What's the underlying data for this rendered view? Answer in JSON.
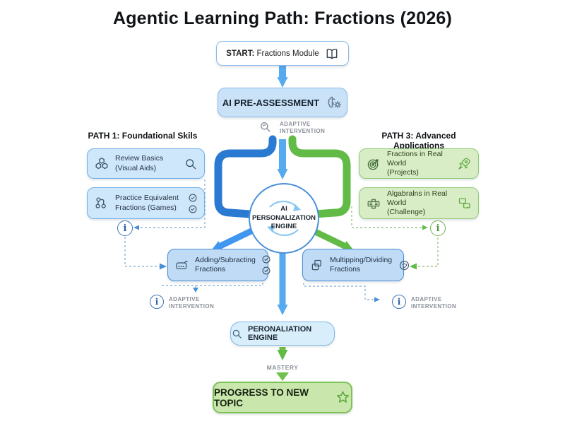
{
  "title": "Agentic Learning Path: Fractions (2026)",
  "start": {
    "prefix": "START:",
    "label": "Fractions Module"
  },
  "pre_assessment": {
    "label": "AI PRE-ASSESSMENT"
  },
  "adaptive_top": {
    "line1": "ADAPTIVE",
    "line2": "INTERVENTION"
  },
  "path1": {
    "heading": "PATH 1: Foundational Skils",
    "review": {
      "line1": "Review Basics",
      "line2": "(Visual Aids)"
    },
    "practice": {
      "line1": "Practice Equivalent",
      "line2": "Fractions (Games)"
    }
  },
  "path3": {
    "heading": "PATH 3: Advanced Applications",
    "real_world": {
      "line1": "Fractions in Real World",
      "line2": "(Projects)"
    },
    "algebra": {
      "line1": "Algabralns in Real World",
      "line2": "(Challenge)"
    }
  },
  "engine": {
    "line1": "AI",
    "line2": "PERSONALIZATION",
    "line3": "ENGINE"
  },
  "adding": {
    "line1": "Adding/Subracting",
    "line2": "Fractions"
  },
  "multiplying": {
    "line1": "Multipping/Dividing",
    "line2": "Fractions"
  },
  "adaptive_left": {
    "line1": "ADAPTIVE",
    "line2": "INTERVENTION"
  },
  "adaptive_right": {
    "line1": "ADAPTIVE",
    "line2": "INTERVENTION"
  },
  "personalization": {
    "label": "PERONALIATION ENGINE"
  },
  "mastery": {
    "label": "MASTERY"
  },
  "progress": {
    "label": "PROGRESS TO NEW TOPIC"
  },
  "info_glyph": "i",
  "colors": {
    "dark_blue_path": "#2b7ad1",
    "light_blue_arrow": "#55aaf0",
    "mid_blue_arrow": "#3f97ef",
    "green_arrow": "#62bb46",
    "blue_box_fill": "#cfe7fb",
    "blue_box_border": "#6fb0e8",
    "blue_box2_fill": "#bfdbf5",
    "blue_box2_border": "#4a90d9",
    "green_box_fill": "#d8ecc6",
    "green_box_border": "#90cb76",
    "gray_label": "#8a9099"
  }
}
